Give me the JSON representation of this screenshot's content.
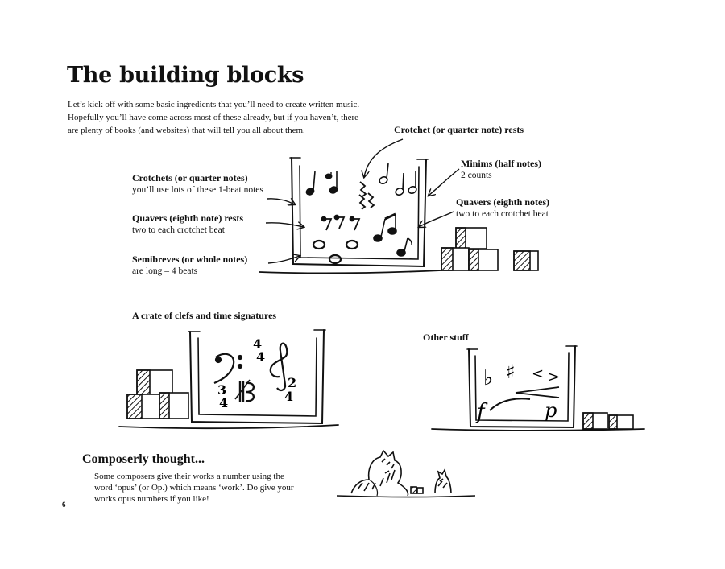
{
  "page": {
    "title": "The building blocks",
    "intro_lines": [
      "Let’s kick off with some basic ingredients that you’ll need to create written music.",
      "Hopefully you’ll have come across most of these already, but if you haven’t, there",
      "are plenty of books (and websites) that will tell you all about them."
    ],
    "page_number": "6"
  },
  "labels": {
    "crotchet_rests": {
      "heading": "Crotchet (or quarter note) rests"
    },
    "minims": {
      "heading": "Minims (half notes)",
      "sub": "2 counts"
    },
    "crotchets": {
      "heading": "Crotchets (or quarter notes)",
      "sub": "you’ll use lots of these 1-beat notes"
    },
    "quavers": {
      "heading": "Quavers (eighth notes)",
      "sub": "two to each crotchet beat"
    },
    "quaver_rests": {
      "heading": "Quavers (eighth note) rests",
      "sub": "two to each crotchet beat"
    },
    "semibreves": {
      "heading": "Semibreves (or whole notes)",
      "sub": "are long – 4 beats"
    },
    "clefs_crate": {
      "heading": "A crate of clefs and time signatures"
    },
    "other_stuff": {
      "heading": "Other stuff"
    }
  },
  "composerly": {
    "heading": "Composerly thought...",
    "lines": [
      "Some composers give their works a number using the",
      "word ‘opus’ (or Op.) which means ‘work’. Do give your",
      "works opus numbers if you like!"
    ]
  },
  "symbols": {
    "time_sig_4_4": [
      "4",
      "4"
    ],
    "time_sig_3_4": [
      "3",
      "4"
    ],
    "time_sig_2_4": [
      "2",
      "4"
    ],
    "flat": "♭",
    "sharp": "♯",
    "dynamic_f": "f",
    "dynamic_p": "p",
    "accent": "<",
    "marcato": ">"
  }
}
